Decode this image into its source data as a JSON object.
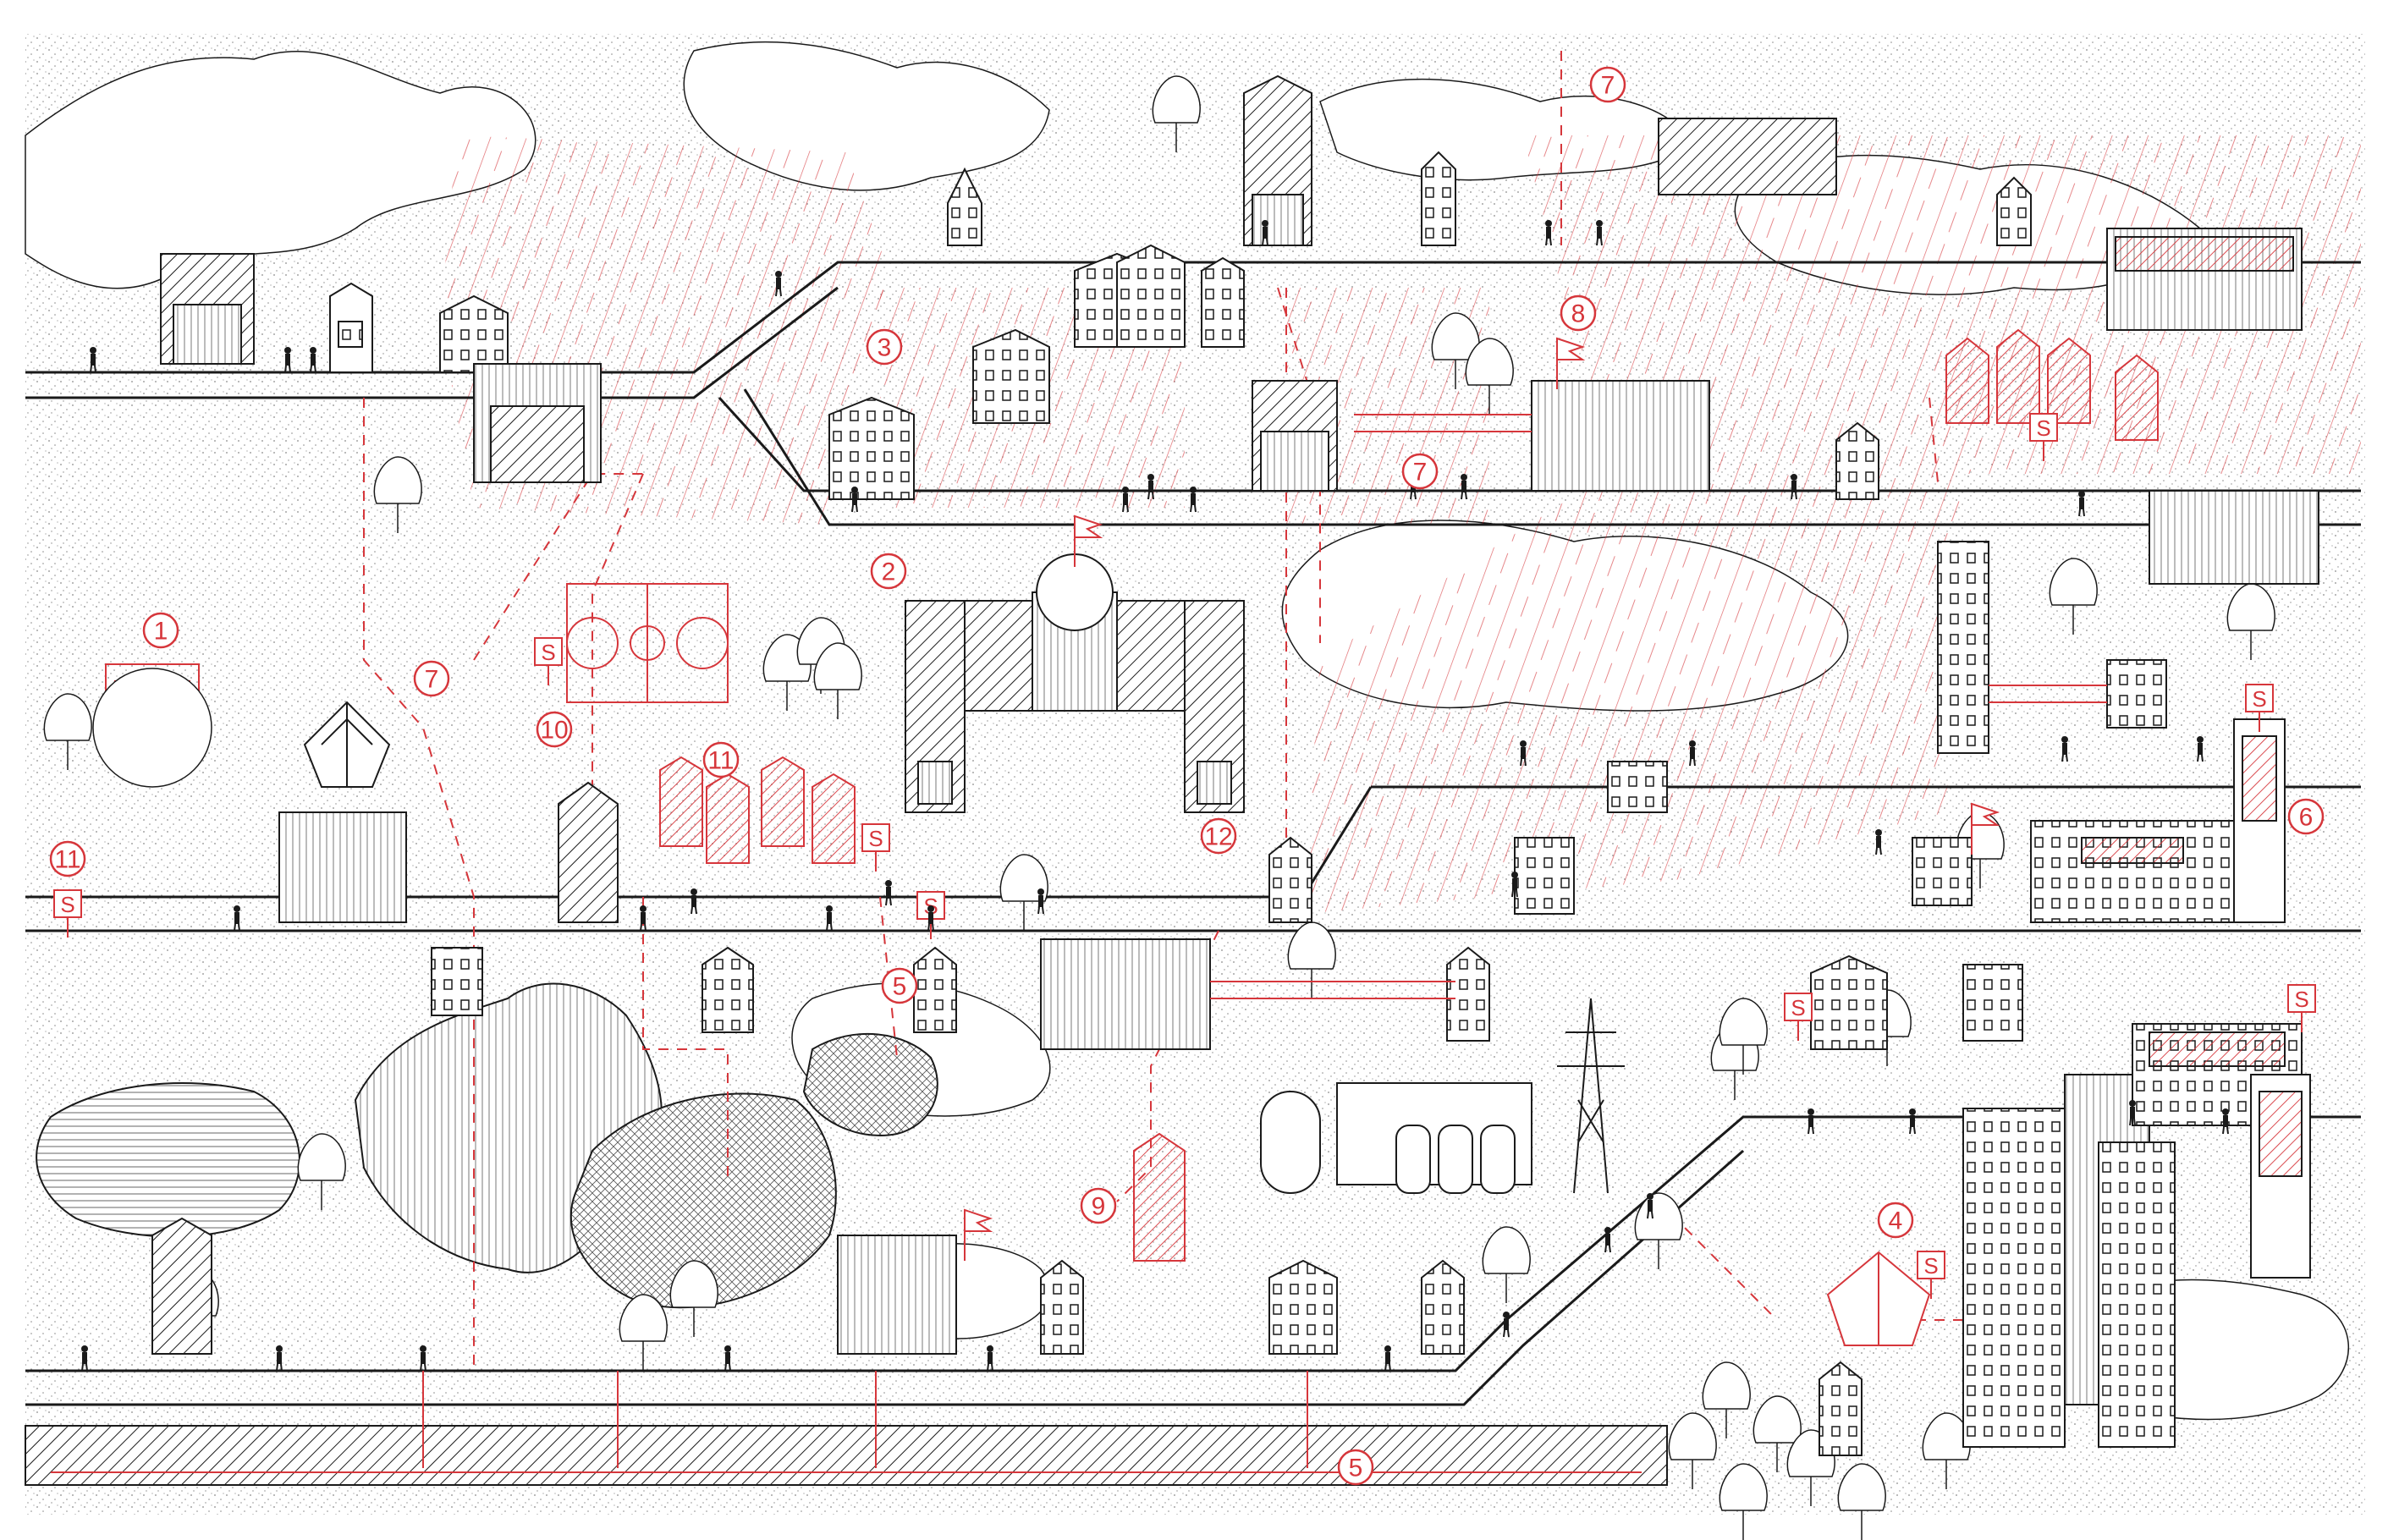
{
  "colors": {
    "ink": "#1a1a1a",
    "accent": "#d6363b",
    "paper": "#ffffff",
    "stipple": "#8a8a8a"
  },
  "markers": [
    {
      "label": "1"
    },
    {
      "label": "2"
    },
    {
      "label": "3"
    },
    {
      "label": "4"
    },
    {
      "label": "5"
    },
    {
      "label": "5"
    },
    {
      "label": "6"
    },
    {
      "label": "7"
    },
    {
      "label": "7"
    },
    {
      "label": "7"
    },
    {
      "label": "8"
    },
    {
      "label": "9"
    },
    {
      "label": "10"
    },
    {
      "label": "11"
    },
    {
      "label": "11"
    },
    {
      "label": "12"
    }
  ],
  "sign_letter": "S",
  "icons": {
    "house": "house-icon",
    "tree": "tree-icon",
    "flag": "flag-icon",
    "pylon": "power-pylon-icon",
    "tank": "storage-tank-icon",
    "court": "basketball-court-icon",
    "dome": "dome-building-icon",
    "pavilion": "geodesic-pavilion-icon",
    "person": "pedestrian-icon"
  }
}
